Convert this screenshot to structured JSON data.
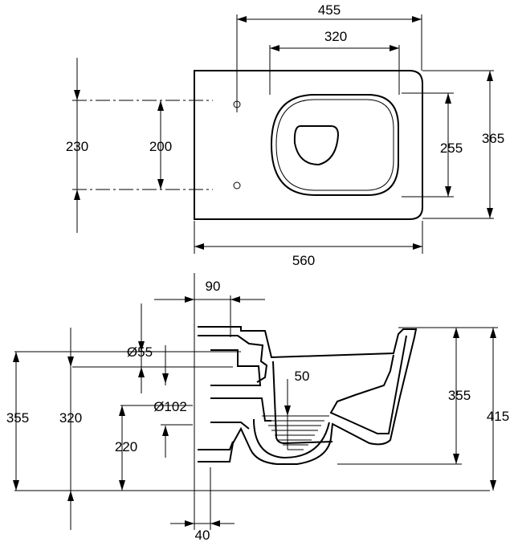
{
  "plan_view": {
    "dim_455": "455",
    "dim_320": "320",
    "dim_230": "230",
    "dim_200": "200",
    "dim_255": "255",
    "dim_365": "365",
    "dim_560": "560"
  },
  "side_view": {
    "dim_90": "90",
    "dim_55": "Ø55",
    "dim_50": "50",
    "dim_102": "Ø102",
    "dim_355_left": "355",
    "dim_320": "320",
    "dim_220": "220",
    "dim_355_right": "355",
    "dim_415": "415",
    "dim_40": "40"
  }
}
